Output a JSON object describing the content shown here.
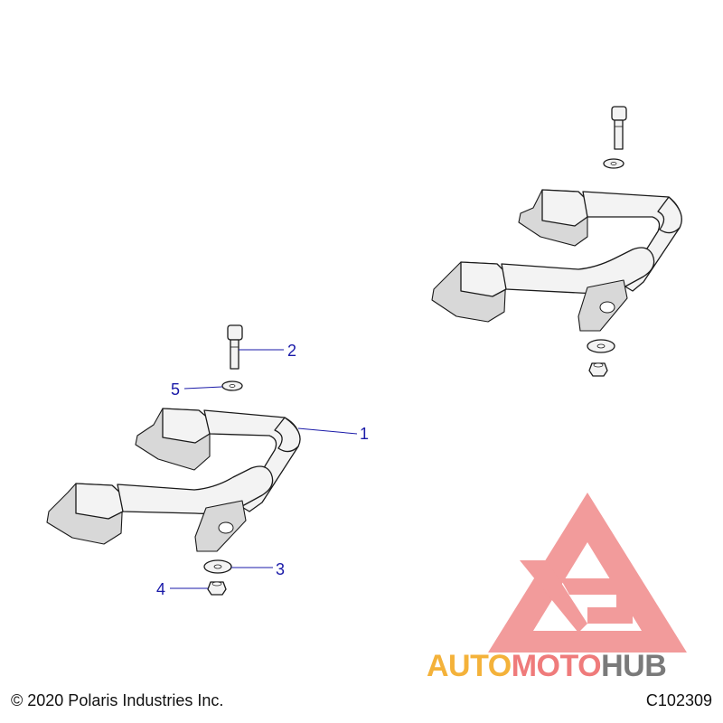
{
  "footer": {
    "copyright": "© 2020 Polaris Industries Inc.",
    "figure_id": "C102309"
  },
  "callouts": [
    {
      "id": "1",
      "label": "1"
    },
    {
      "id": "2",
      "label": "2"
    },
    {
      "id": "3",
      "label": "3"
    },
    {
      "id": "4",
      "label": "4"
    },
    {
      "id": "5",
      "label": "5"
    }
  ],
  "watermark": {
    "brand_parts": [
      "AUTO",
      "MOTO",
      "HUB"
    ],
    "colors": [
      "#f4b23a",
      "#ef7b7b",
      "#7a7a7a"
    ],
    "logo_color": "#f08a8a"
  },
  "colors": {
    "callout": "#1a1aa8",
    "line_art": "#1a1a1a"
  }
}
